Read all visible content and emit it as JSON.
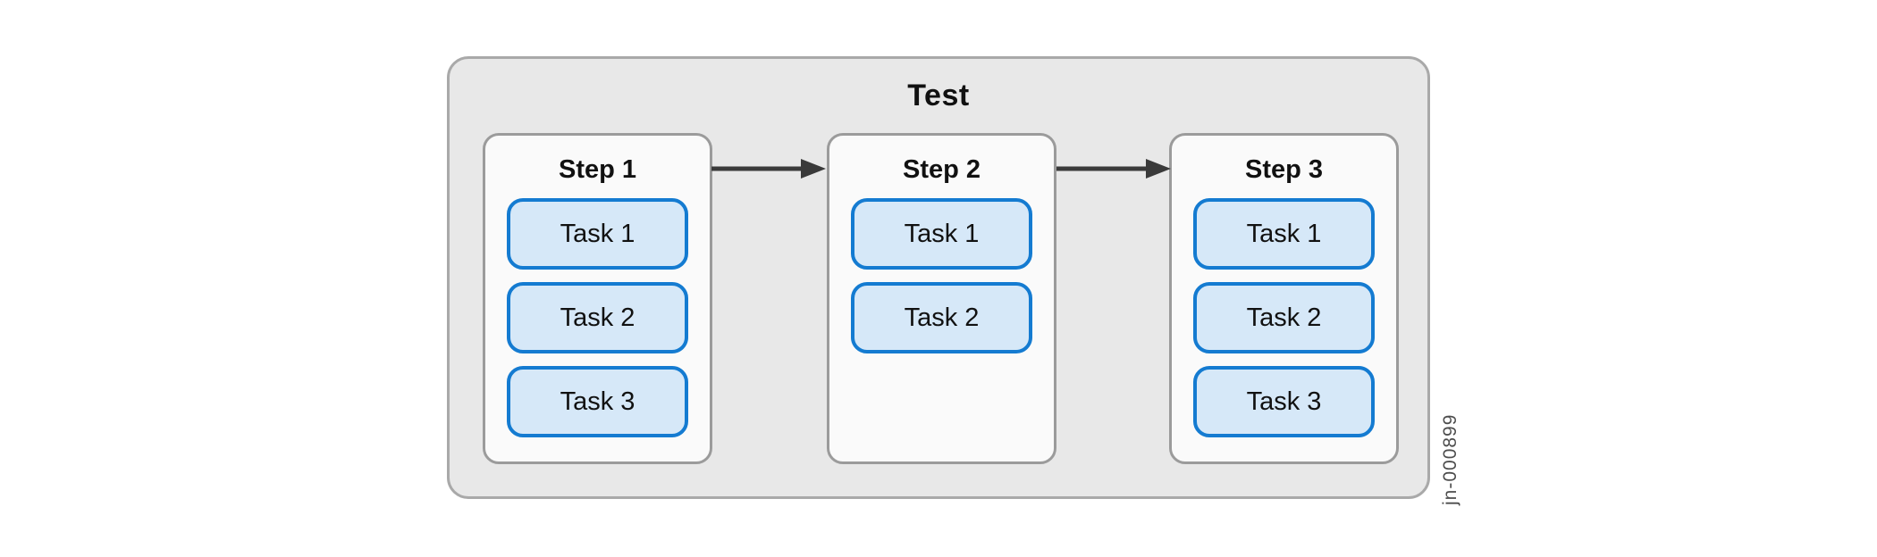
{
  "diagram": {
    "container_label": "Test",
    "figure_id": "jn-000899",
    "steps": [
      {
        "label": "Step 1",
        "tasks": [
          "Task 1",
          "Task 2",
          "Task 3"
        ]
      },
      {
        "label": "Step 2",
        "tasks": [
          "Task 1",
          "Task 2"
        ]
      },
      {
        "label": "Step 3",
        "tasks": [
          "Task 1",
          "Task 2",
          "Task 3"
        ]
      }
    ],
    "arrows": [
      {
        "name": "arrow-step1-to-step2",
        "direction": "right"
      },
      {
        "name": "arrow-step2-to-step3",
        "direction": "right"
      }
    ],
    "colors": {
      "outer_fill": "#e8e8e8",
      "outer_border": "#a9a9a9",
      "step_fill": "#fafafa",
      "step_border": "#9b9b9b",
      "task_fill": "#d6e8f8",
      "task_border": "#147bd1",
      "arrow": "#3a3a3a",
      "figure_id_text": "#4d4d4d",
      "text": "#111111"
    }
  }
}
